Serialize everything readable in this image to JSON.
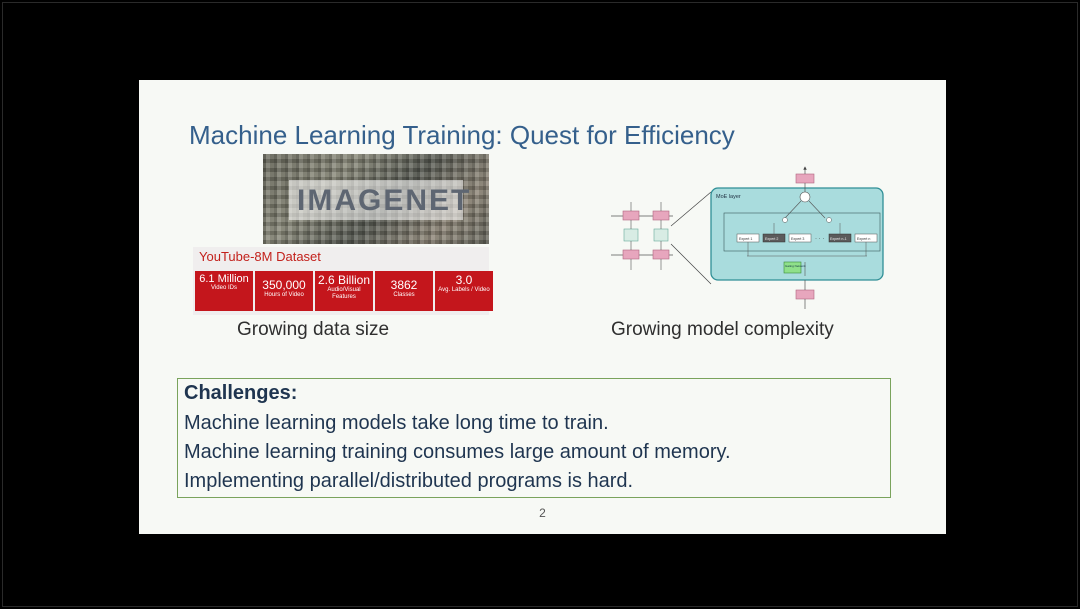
{
  "slide": {
    "title": "Machine Learning Training: Quest for Efficiency",
    "page_number": "2"
  },
  "imagenet": {
    "logo": "IMAGENET"
  },
  "youtube": {
    "title": "YouTube-8M Dataset",
    "stats": [
      {
        "value": "6.1 Million",
        "label": "Video IDs"
      },
      {
        "value": "350,000",
        "label": "Hours of Video"
      },
      {
        "value": "2.6 Billion",
        "label": "Audio/Visual Features"
      },
      {
        "value": "3862",
        "label": "Classes"
      },
      {
        "value": "3.0",
        "label": "Avg. Labels / Video"
      }
    ]
  },
  "captions": {
    "data": "Growing data size",
    "model": "Growing model complexity"
  },
  "diagram": {
    "moe_layer": "MoE layer",
    "gating_network": "Gating Network",
    "expert_1": "Expert 1",
    "expert_2": "Expert 2",
    "expert_3": "Expert 3",
    "expert_n1": "Expert n-1",
    "expert_n": "Expert n"
  },
  "challenges": {
    "heading": "Challenges:",
    "items": [
      "Machine learning models take long time to train.",
      "Machine learning training consumes large amount of memory.",
      "Implementing parallel/distributed programs is hard."
    ]
  }
}
